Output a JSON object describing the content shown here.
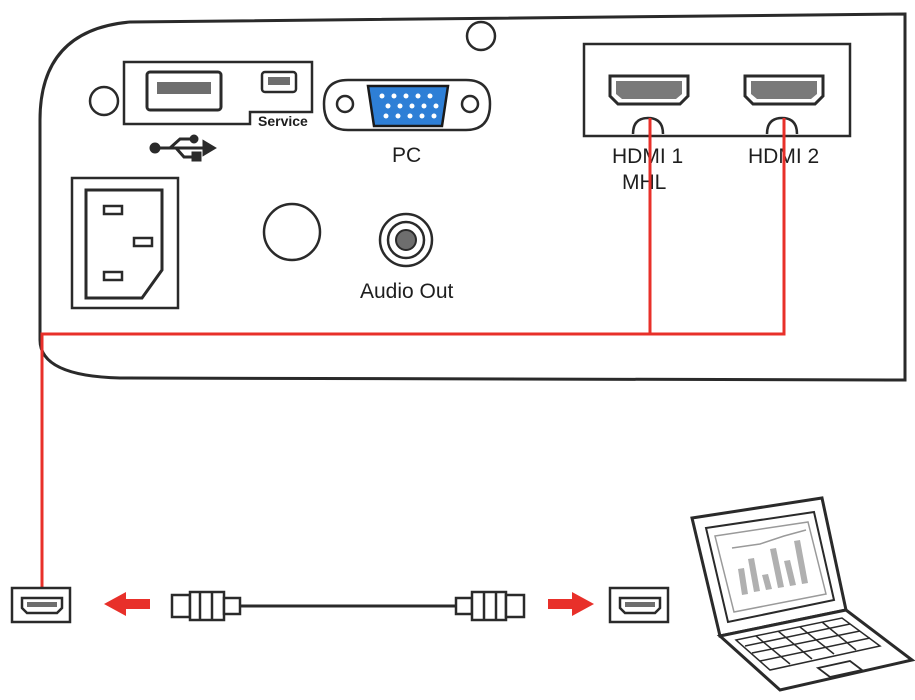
{
  "ports": {
    "usb_symbol": "usb-icon",
    "service_label": "Service",
    "pc_label": "PC",
    "hdmi1_label_line1": "HDMI 1",
    "hdmi1_label_line2": "MHL",
    "hdmi2_label": "HDMI 2",
    "audio_out_label": "Audio Out"
  },
  "colors": {
    "cable": "#e8302a",
    "vga_port": "#2e7fd6",
    "outline": "#2a2a2a",
    "panel_fill": "#ffffff",
    "port_fill": "#7a7a7a"
  },
  "icons": {
    "laptop": "laptop-icon",
    "left_arrow": "arrow-left-icon",
    "right_arrow": "arrow-right-icon",
    "power_inlet": "power-inlet-icon"
  }
}
